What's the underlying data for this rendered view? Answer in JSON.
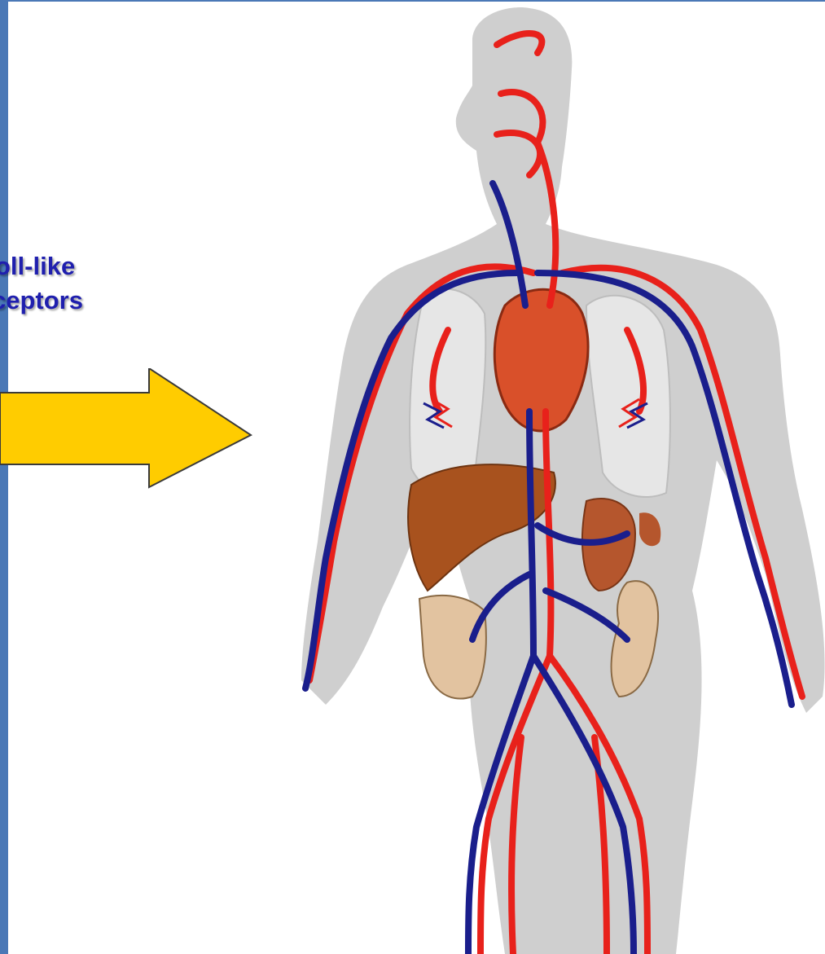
{
  "label": {
    "line1": "oll-like",
    "line2": "ceptors"
  },
  "colors": {
    "border": "#4a78b6",
    "label_text": "#1f1fae",
    "arrow_fill": "#ffcc00",
    "arrow_stroke": "#3a3a3a",
    "body_silhouette": "#cfcfcf",
    "artery": "#e8211b",
    "vein": "#1a1e8c",
    "heart": "#d9502a",
    "liver": "#a8521e"
  },
  "icons": {
    "arrow": "right-arrow-icon",
    "figure": "circulatory-system-illustration"
  }
}
